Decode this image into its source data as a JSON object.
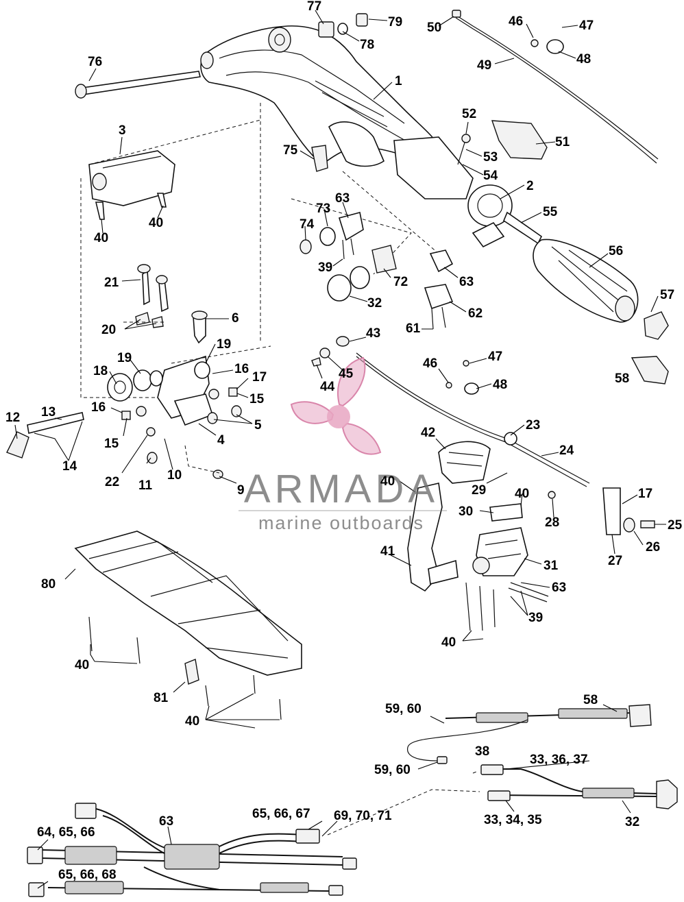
{
  "watermark": {
    "brand": "ARMADA",
    "tagline": "marine outboards",
    "logo_color": "#e7a6c2",
    "text_color": "#6d6d6d"
  },
  "callouts": {
    "c1": "1",
    "c2": "2",
    "c3": "3",
    "c4": "4",
    "c5": "5",
    "c6": "6",
    "c9": "9",
    "c10": "10",
    "c11": "11",
    "c12": "12",
    "c13": "13",
    "c14": "14",
    "c15a": "15",
    "c15b": "15",
    "c16a": "16",
    "c16b": "16",
    "c17a": "17",
    "c17b": "17",
    "c18": "18",
    "c19a": "19",
    "c19b": "19",
    "c20": "20",
    "c21": "21",
    "c22": "22",
    "c23": "23",
    "c24": "24",
    "c25": "25",
    "c26": "26",
    "c27": "27",
    "c28": "28",
    "c29": "29",
    "c30": "30",
    "c31": "31",
    "c32a": "32",
    "c32b": "32",
    "c33_34_35": "33, 34, 35",
    "c33_36_37": "33, 36, 37",
    "c38": "38",
    "c39a": "39",
    "c39b": "39",
    "c40a": "40",
    "c40b": "40",
    "c40c": "40",
    "c40d": "40",
    "c40e": "40",
    "c40f": "40",
    "c40g": "40",
    "c41": "41",
    "c42": "42",
    "c43": "43",
    "c44": "44",
    "c45": "45",
    "c46a": "46",
    "c46b": "46",
    "c47a": "47",
    "c47b": "47",
    "c48a": "48",
    "c48b": "48",
    "c49": "49",
    "c50": "50",
    "c51": "51",
    "c52": "52",
    "c53": "53",
    "c54": "54",
    "c55": "55",
    "c56": "56",
    "c57": "57",
    "c58a": "58",
    "c58b": "58",
    "c59_60a": "59, 60",
    "c59_60b": "59, 60",
    "c61": "61",
    "c62": "62",
    "c63a": "63",
    "c63b": "63",
    "c63c": "63",
    "c63d": "63",
    "c64_65_66": "64, 65, 66",
    "c65_66_67": "65, 66, 67",
    "c65_66_68": "65, 66, 68",
    "c69_70_71": "69, 70, 71",
    "c72": "72",
    "c73": "73",
    "c74": "74",
    "c75": "75",
    "c76": "76",
    "c77": "77",
    "c78": "78",
    "c79": "79",
    "c80": "80",
    "c81": "81"
  }
}
